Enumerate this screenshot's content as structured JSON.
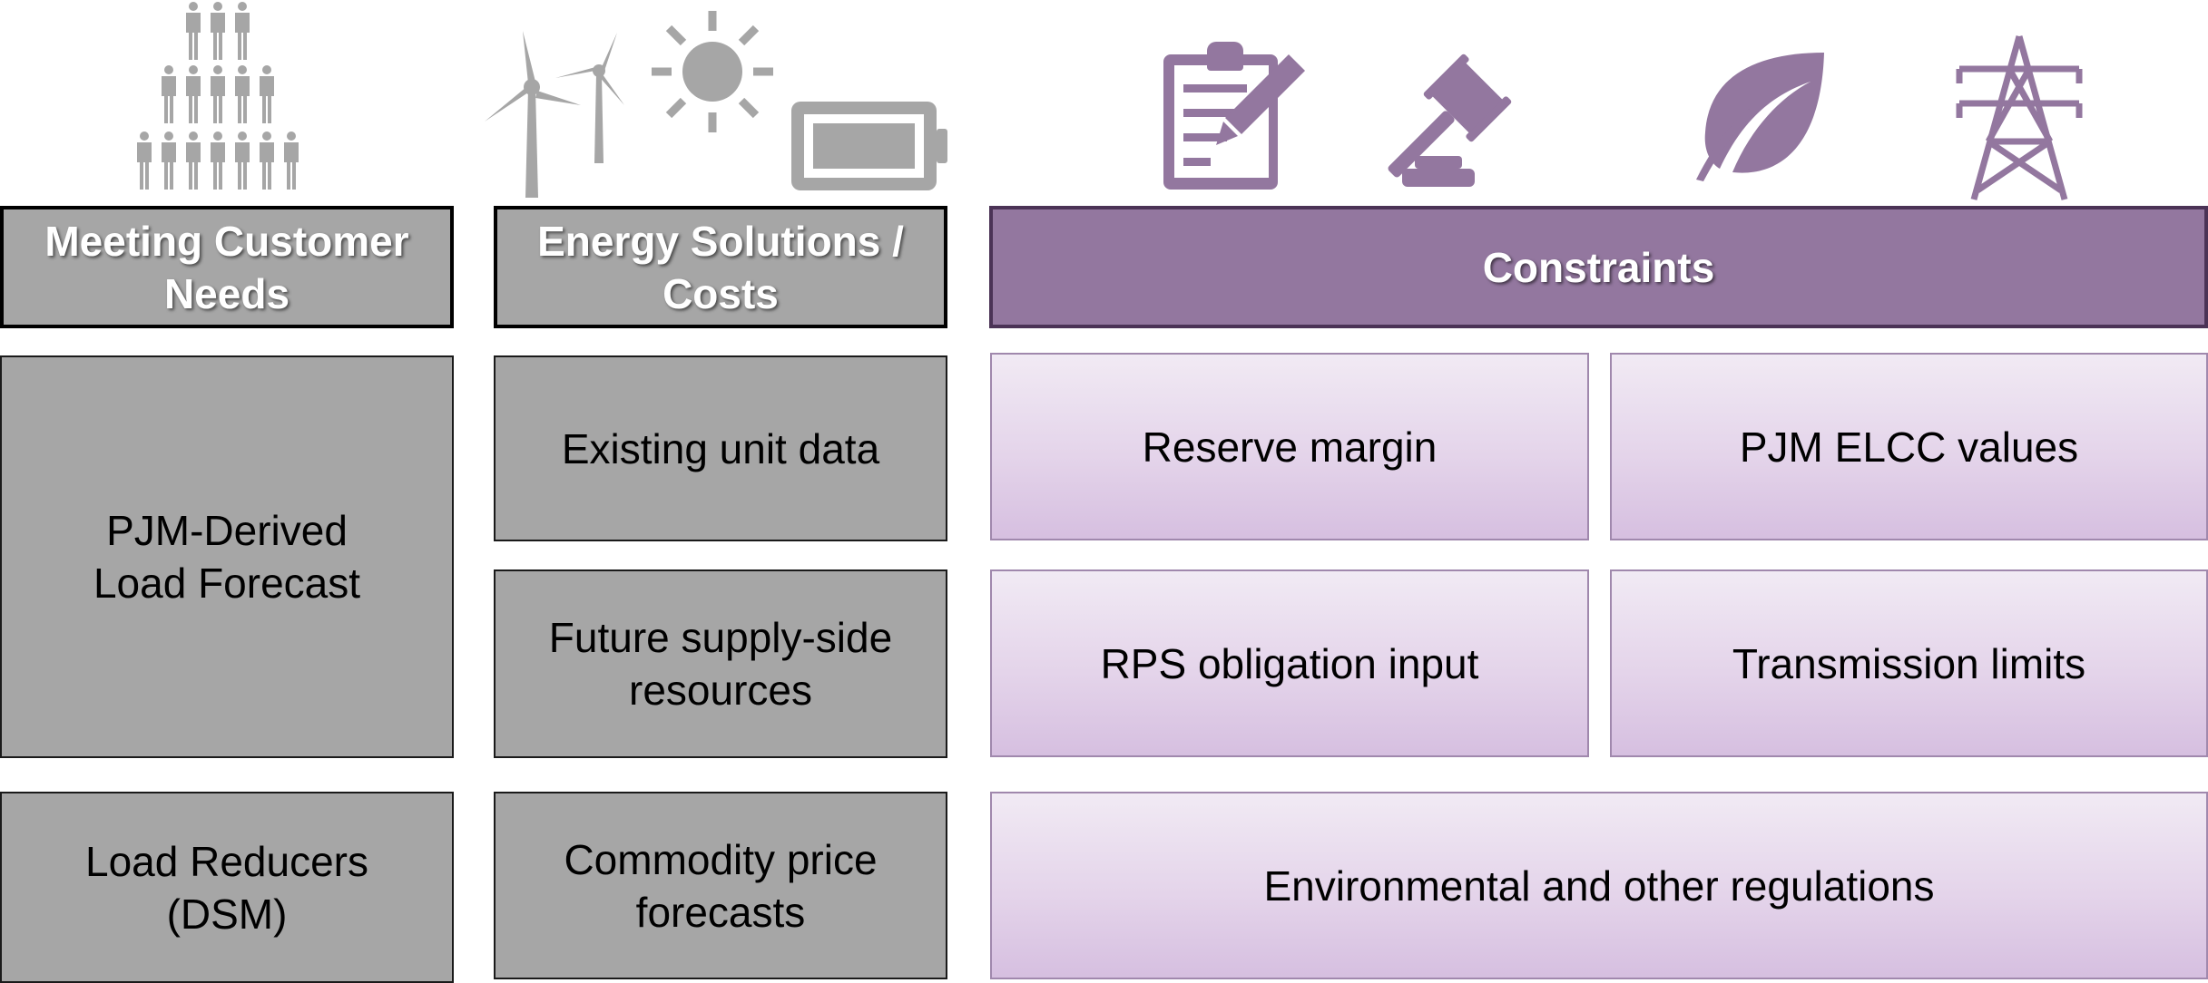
{
  "colors": {
    "gray_fill": "#a6a6a6",
    "gray_icon": "#a6a6a6",
    "purple_header": "#93779f",
    "purple_icon": "#93779f",
    "purple_box_light": "#f1eaf4",
    "purple_box_dark": "#d6bfe0"
  },
  "columns": {
    "customer": {
      "header": "Meeting Customer\nNeeds",
      "icon": "people-pyramid-icon",
      "boxes": [
        "PJM-Derived\nLoad Forecast",
        "Load Reducers\n(DSM)"
      ]
    },
    "energy": {
      "header": "Energy Solutions /\nCosts",
      "icons": [
        "wind-turbines-icon",
        "sun-icon",
        "battery-icon"
      ],
      "boxes": [
        "Existing unit data",
        "Future supply-side\nresources",
        "Commodity price\nforecasts"
      ]
    },
    "constraints": {
      "header": "Constraints",
      "icons": [
        "clipboard-icon",
        "gavel-icon",
        "leaf-icon",
        "transmission-tower-icon"
      ],
      "boxes": [
        "Reserve margin",
        "PJM ELCC values",
        "RPS obligation input",
        "Transmission limits",
        "Environmental and other regulations"
      ]
    }
  }
}
